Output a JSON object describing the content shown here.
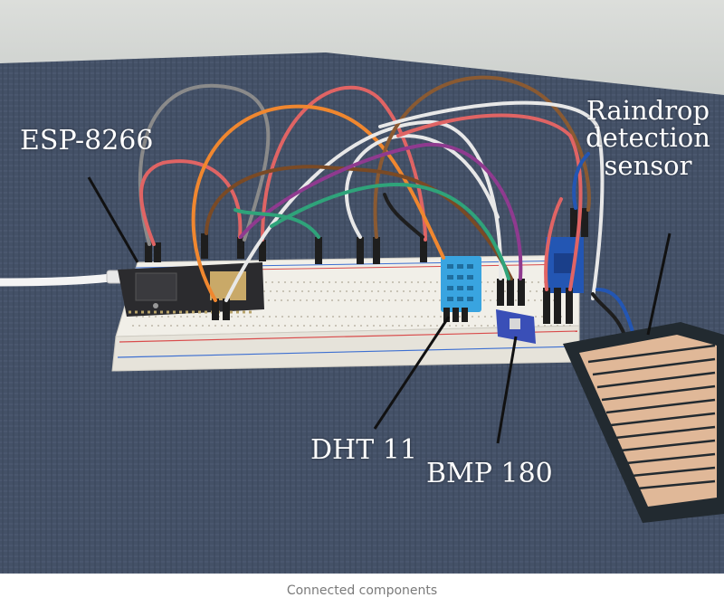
{
  "labels": {
    "esp": "ESP-8266",
    "raindrop": "Raindrop detection sensor",
    "dht": "DHT 11",
    "bmp": "BMP 180"
  },
  "caption": "Connected components",
  "colors": {
    "wall": "#d9dbd8",
    "cloth": "#4a5870",
    "breadboard": "#f1efe8",
    "esp_board": "#2b2b2e",
    "dht_body": "#39a4e0",
    "bmp_body": "#3a4fb7",
    "rain_pcb": "#e0b898",
    "rain_border": "#222a30",
    "caption_text": "#7a7a7a"
  }
}
